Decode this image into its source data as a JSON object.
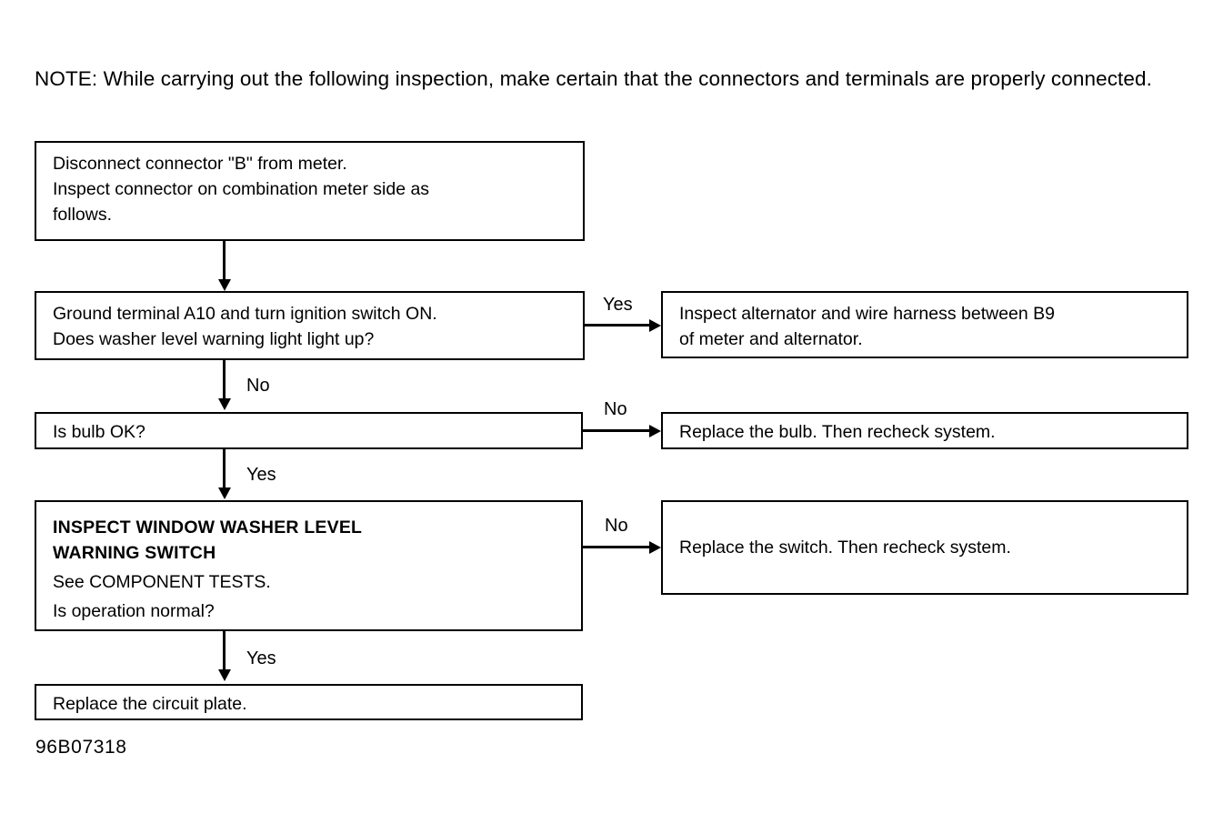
{
  "document": {
    "note": {
      "label": "NOTE:",
      "text": "While carrying out the following inspection, make certain that the connectors and terminals are properly connected."
    },
    "footer_code": "96B07318"
  },
  "chart_data": {
    "type": "flowchart",
    "title": "",
    "nodes": [
      {
        "id": "step1",
        "lines": [
          "Disconnect connector \"B\" from meter.",
          "Inspect connector on combination meter side as",
          "follows."
        ],
        "bold": false,
        "column": "left"
      },
      {
        "id": "step2",
        "lines": [
          "Ground terminal A10 and turn ignition switch ON.",
          "Does washer level warning light light up?"
        ],
        "bold": false,
        "column": "left"
      },
      {
        "id": "step3",
        "lines": [
          "Is bulb OK?"
        ],
        "bold": false,
        "column": "left"
      },
      {
        "id": "step4",
        "lines": [
          "INSPECT WINDOW WASHER LEVEL",
          "WARNING SWITCH",
          "See COMPONENT TESTS.",
          "Is operation normal?"
        ],
        "bold": true,
        "bold_line_count": 2,
        "column": "left"
      },
      {
        "id": "step5",
        "lines": [
          "Replace the circuit plate."
        ],
        "bold": false,
        "column": "left"
      },
      {
        "id": "out1",
        "lines": [
          "Inspect alternator and wire harness between B9",
          "of meter and alternator."
        ],
        "bold": false,
        "column": "right"
      },
      {
        "id": "out2",
        "lines": [
          "Replace the bulb. Then recheck system."
        ],
        "bold": false,
        "column": "right"
      },
      {
        "id": "out3",
        "lines": [
          "Replace the switch. Then recheck system."
        ],
        "bold": false,
        "column": "right"
      }
    ],
    "edges": [
      {
        "from": "step1",
        "to": "step2",
        "label": "",
        "direction": "down"
      },
      {
        "from": "step2",
        "to": "out1",
        "label": "Yes",
        "direction": "right"
      },
      {
        "from": "step2",
        "to": "step3",
        "label": "No",
        "direction": "down"
      },
      {
        "from": "step3",
        "to": "out2",
        "label": "No",
        "direction": "right"
      },
      {
        "from": "step3",
        "to": "step4",
        "label": "Yes",
        "direction": "down"
      },
      {
        "from": "step4",
        "to": "out3",
        "label": "No",
        "direction": "right"
      },
      {
        "from": "step4",
        "to": "step5",
        "label": "Yes",
        "direction": "down"
      }
    ]
  },
  "boxes": {
    "step1": {
      "l1": "Disconnect connector \"B\" from meter.",
      "l2": "Inspect connector on combination meter side as",
      "l3": "follows."
    },
    "step2": {
      "l1": "Ground terminal A10 and turn ignition switch ON.",
      "l2": "Does washer level warning light light up?"
    },
    "step3": {
      "l1": "Is bulb OK?"
    },
    "step4": {
      "l1": "INSPECT WINDOW WASHER LEVEL",
      "l2": "WARNING SWITCH",
      "l3": "See COMPONENT TESTS.",
      "l4": "Is operation normal?"
    },
    "step5": {
      "l1": "Replace the circuit plate."
    },
    "out1": {
      "l1": "Inspect alternator and wire harness between B9",
      "l2": "of meter and alternator."
    },
    "out2": {
      "l1": "Replace the bulb. Then recheck system."
    },
    "out3": {
      "l1": "Replace the switch. Then recheck system."
    }
  },
  "labels": {
    "yes1": "Yes",
    "no1": "No",
    "no2": "No",
    "yes2": "Yes",
    "no3": "No",
    "yes3": "Yes"
  }
}
